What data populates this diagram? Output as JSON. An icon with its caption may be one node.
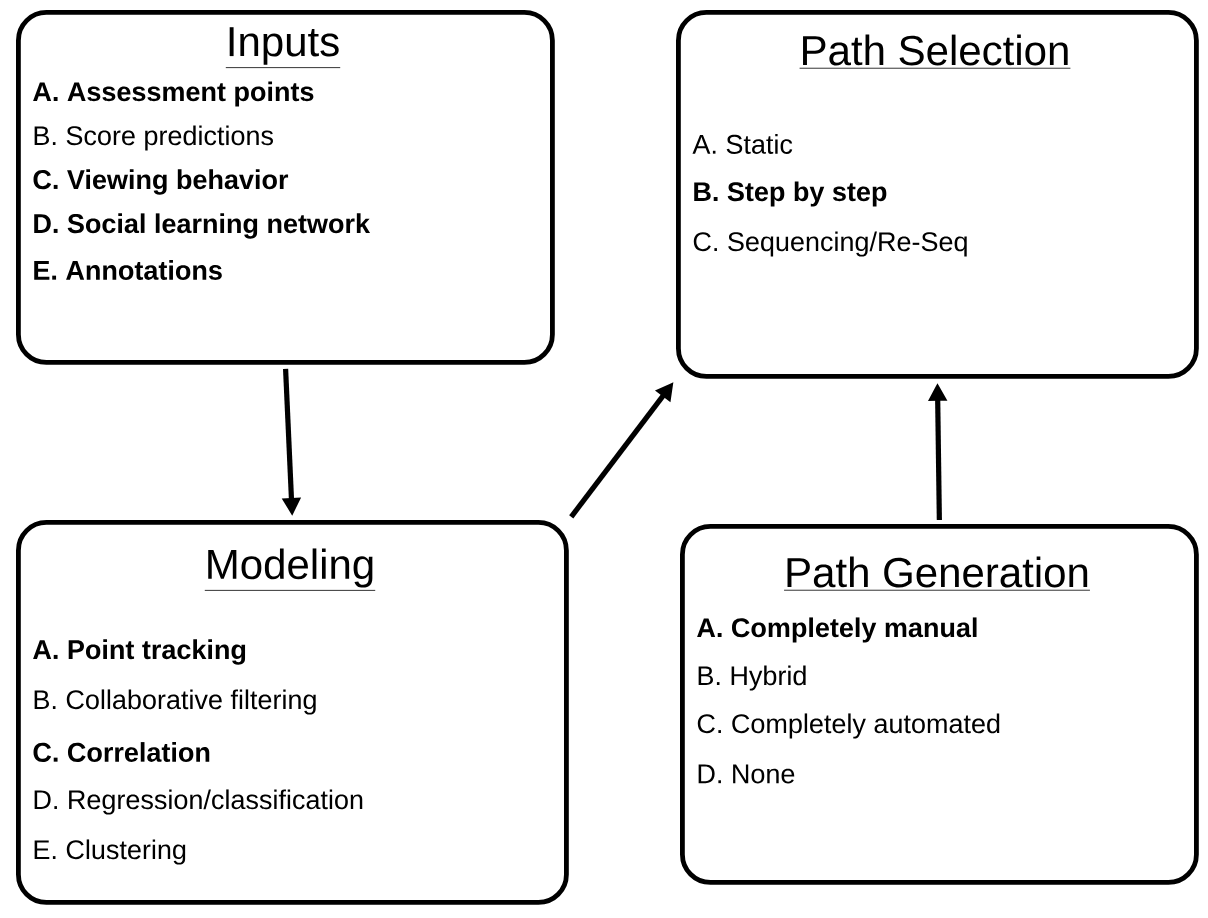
{
  "diagram": {
    "nodes": [
      {
        "text": [
          "Inputs",
          "**A. Assessment points**",
          "B. Score predictions",
          "**C. Viewing behavior**",
          "**D. Social learning network**",
          "**E. Annotations**"
        ]
      },
      {
        "text": [
          "Path Selection",
          "A. Static",
          "**B. Step by step**",
          "C. Sequencing/Re-Seq"
        ]
      },
      {
        "text": [
          "Modeling",
          "**A. Point tracking**",
          "B. Collaborative filtering",
          "**C. Correlation**",
          "D. Regression/classification",
          "E. Clustering"
        ]
      },
      {
        "text": [
          "Path Generation",
          "**A. Completely manual**",
          "B. Hybrid",
          "C. Completely automated",
          "D. None"
        ]
      }
    ],
    "edges": [
      {
        "from": 0,
        "to": 2,
        "arrow": "to"
      },
      {
        "from": 2,
        "to": 1,
        "arrow": "to"
      },
      {
        "from": 3,
        "to": 1,
        "arrow": "to"
      }
    ]
  }
}
